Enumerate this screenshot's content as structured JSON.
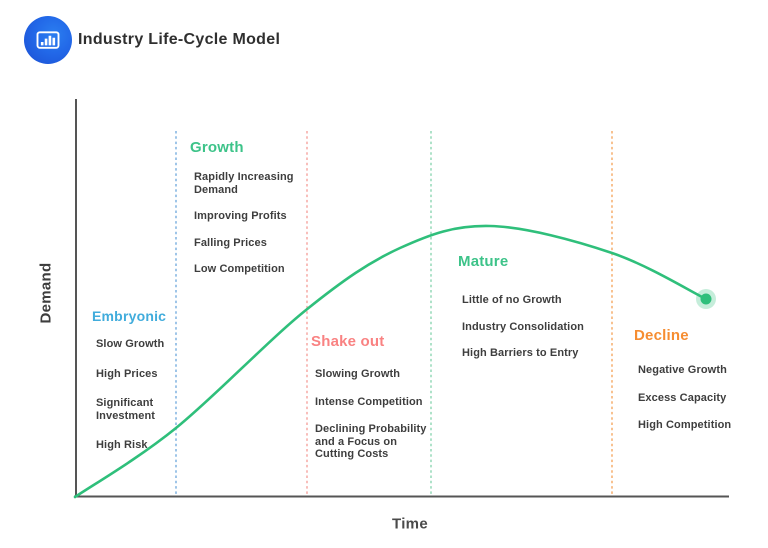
{
  "header": {
    "title": "Industry Life-Cycle Model",
    "logo_icon": "bar-chart-icon",
    "logo_color": "#2268e8"
  },
  "axes": {
    "y_label": "Demand",
    "x_label": "Time",
    "axis_color": "#555555"
  },
  "curve": {
    "color": "#2fbf7b",
    "endpoint_marker": "green-dot",
    "shape": "rises through Embryonic and Growth, peaks in Mature, declines into Decline"
  },
  "dividers": [
    {
      "between": "Embryonic/Growth",
      "color": "#6ba6db"
    },
    {
      "between": "Growth/Shake out",
      "color": "#f49b96"
    },
    {
      "between": "Shake out/Mature",
      "color": "#82d2ac"
    },
    {
      "between": "Mature/Decline",
      "color": "#f5a054"
    }
  ],
  "phases": [
    {
      "name": "Embryonic",
      "color": "#41acdc",
      "items": [
        "Slow Growth",
        "High Prices",
        "Significant\nInvestment",
        "High Risk"
      ]
    },
    {
      "name": "Growth",
      "color": "#3dc389",
      "items": [
        "Rapidly Increasing\nDemand",
        "Improving Profits",
        "Falling Prices",
        "Low Competition"
      ]
    },
    {
      "name": "Shake out",
      "color": "#f98282",
      "items": [
        "Slowing Growth",
        "Intense Competition",
        "Declining Probability\nand a Focus on\nCutting Costs"
      ]
    },
    {
      "name": "Mature",
      "color": "#3dc389",
      "items": [
        "Little of no Growth",
        "Industry Consolidation",
        "High Barriers to Entry"
      ]
    },
    {
      "name": "Decline",
      "color": "#f68d31",
      "items": [
        "Negative Growth",
        "Excess Capacity",
        "High Competition"
      ]
    }
  ]
}
